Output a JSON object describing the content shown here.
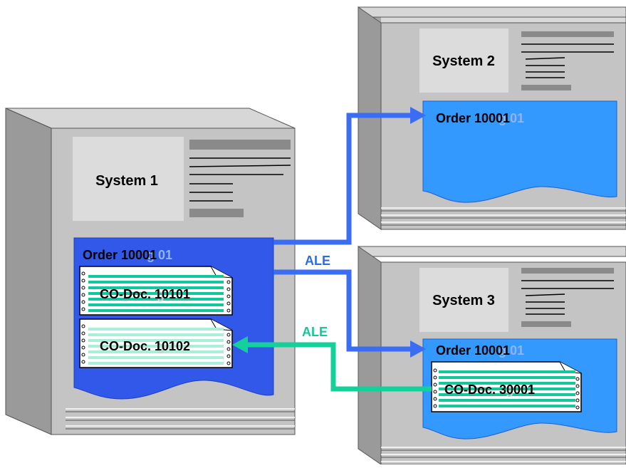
{
  "systems": [
    {
      "label": "System 1"
    },
    {
      "label": "System 2"
    },
    {
      "label": "System 3"
    }
  ],
  "orders": [
    {
      "label": "Order 10001",
      "ghost": "g  01"
    },
    {
      "label": "Order 10001",
      "ghost": "g  01"
    },
    {
      "label": "Order 10001",
      "ghost": "g  01"
    }
  ],
  "docs": [
    {
      "label": "CO-Doc. 10101",
      "ghost": "g"
    },
    {
      "label": "CO-Doc. 10102",
      "ghost": "g  2"
    },
    {
      "label": "CO-Doc. 30001",
      "ghost": "g"
    }
  ],
  "links": {
    "ale_blue": "ALE",
    "ale_green": "ALE"
  },
  "colors": {
    "server_front": "#c4c4c4",
    "server_side": "#9a9a9a",
    "server_top": "#d8d8d8",
    "order_dark": "#3158e8",
    "order_light": "#3399ff",
    "doc_stripe": "#14c79a",
    "doc_stripe_light": "#a9efd8",
    "arrow_blue": "#3a6cf4",
    "arrow_green": "#14d19c"
  }
}
